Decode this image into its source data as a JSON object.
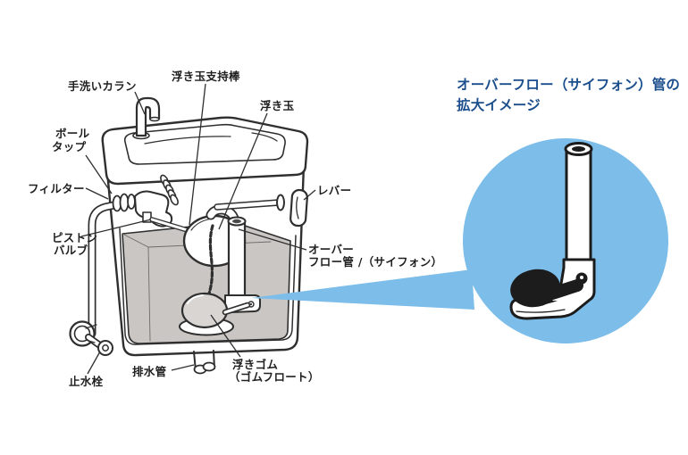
{
  "colors": {
    "background": "#ffffff",
    "line_art": "#2f2f2f",
    "tank_water": "#cac6c3",
    "rubber_float_gray": "#d8d5d2",
    "inset_circle_blue": "#7cbde9",
    "inset_title_blue": "#1b4e8c",
    "inset_rubber_black": "#1c1c1c"
  },
  "diagram": {
    "labels": {
      "hand_wash_faucet": "手洗いカラン",
      "float_ball_support_rod": "浮き玉支持棒",
      "float_ball": "浮き玉",
      "ball_tap_line1": "ボール",
      "ball_tap_line2": "タップ",
      "filter": "フィルター",
      "piston_valve_line1": "ピストン",
      "piston_valve_line2": "バルブ",
      "lever": "レバー",
      "overflow_line1": "オーバー",
      "overflow_line2": "フロー管 /（サイフォン）",
      "stop_valve": "止水栓",
      "drain_pipe": "排水管",
      "rubber_float_line1": "浮きゴム",
      "rubber_float_line2": "（ゴムフロート）"
    }
  },
  "inset": {
    "title_line1": "オーバーフロー（サイフォン）管の",
    "title_line2": "拡大イメージ"
  }
}
